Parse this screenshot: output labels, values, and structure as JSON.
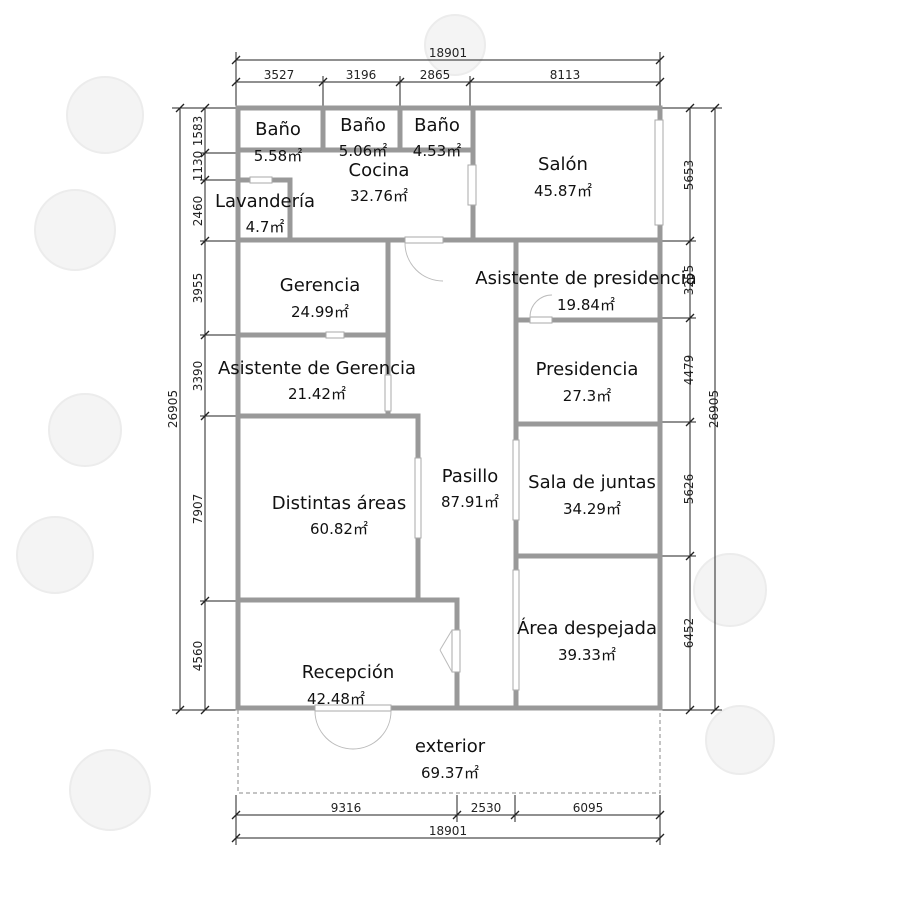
{
  "overall": {
    "width": "18901",
    "depth": "26905"
  },
  "dims": {
    "top": [
      "3527",
      "3196",
      "2865",
      "8113"
    ],
    "bottom": [
      "9316",
      "2530",
      "6095"
    ],
    "left": [
      "1583",
      "1130",
      "2460",
      "3955",
      "3390",
      "7907",
      "4560"
    ],
    "right": [
      "5653",
      "3255",
      "4479",
      "5626",
      "6452"
    ]
  },
  "rooms": {
    "bano1": {
      "name": "Baño",
      "area": "5.58㎡"
    },
    "bano2": {
      "name": "Baño",
      "area": "5.06㎡"
    },
    "bano3": {
      "name": "Baño",
      "area": "4.53㎡"
    },
    "cocina": {
      "name": "Cocina",
      "area": "32.76㎡"
    },
    "lavanderia": {
      "name": "Lavandería",
      "area": "4.7㎡"
    },
    "salon": {
      "name": "Salón",
      "area": "45.87㎡"
    },
    "gerencia": {
      "name": "Gerencia",
      "area": "24.99㎡"
    },
    "asist_pres": {
      "name": "Asistente de presidencia",
      "area": "19.84㎡"
    },
    "asist_ger": {
      "name": "Asistente de Gerencia",
      "area": "21.42㎡"
    },
    "presidencia": {
      "name": "Presidencia",
      "area": "27.3㎡"
    },
    "pasillo": {
      "name": "Pasillo",
      "area": "87.91㎡"
    },
    "distintas": {
      "name": "Distintas áreas",
      "area": "60.82㎡"
    },
    "sala": {
      "name": "Sala de juntas",
      "area": "34.29㎡"
    },
    "despejada": {
      "name": "Área despejada",
      "area": "39.33㎡"
    },
    "recepcion": {
      "name": "Recepción",
      "area": "42.48㎡"
    },
    "exterior": {
      "name": "exterior",
      "area": "69.37㎡"
    }
  }
}
